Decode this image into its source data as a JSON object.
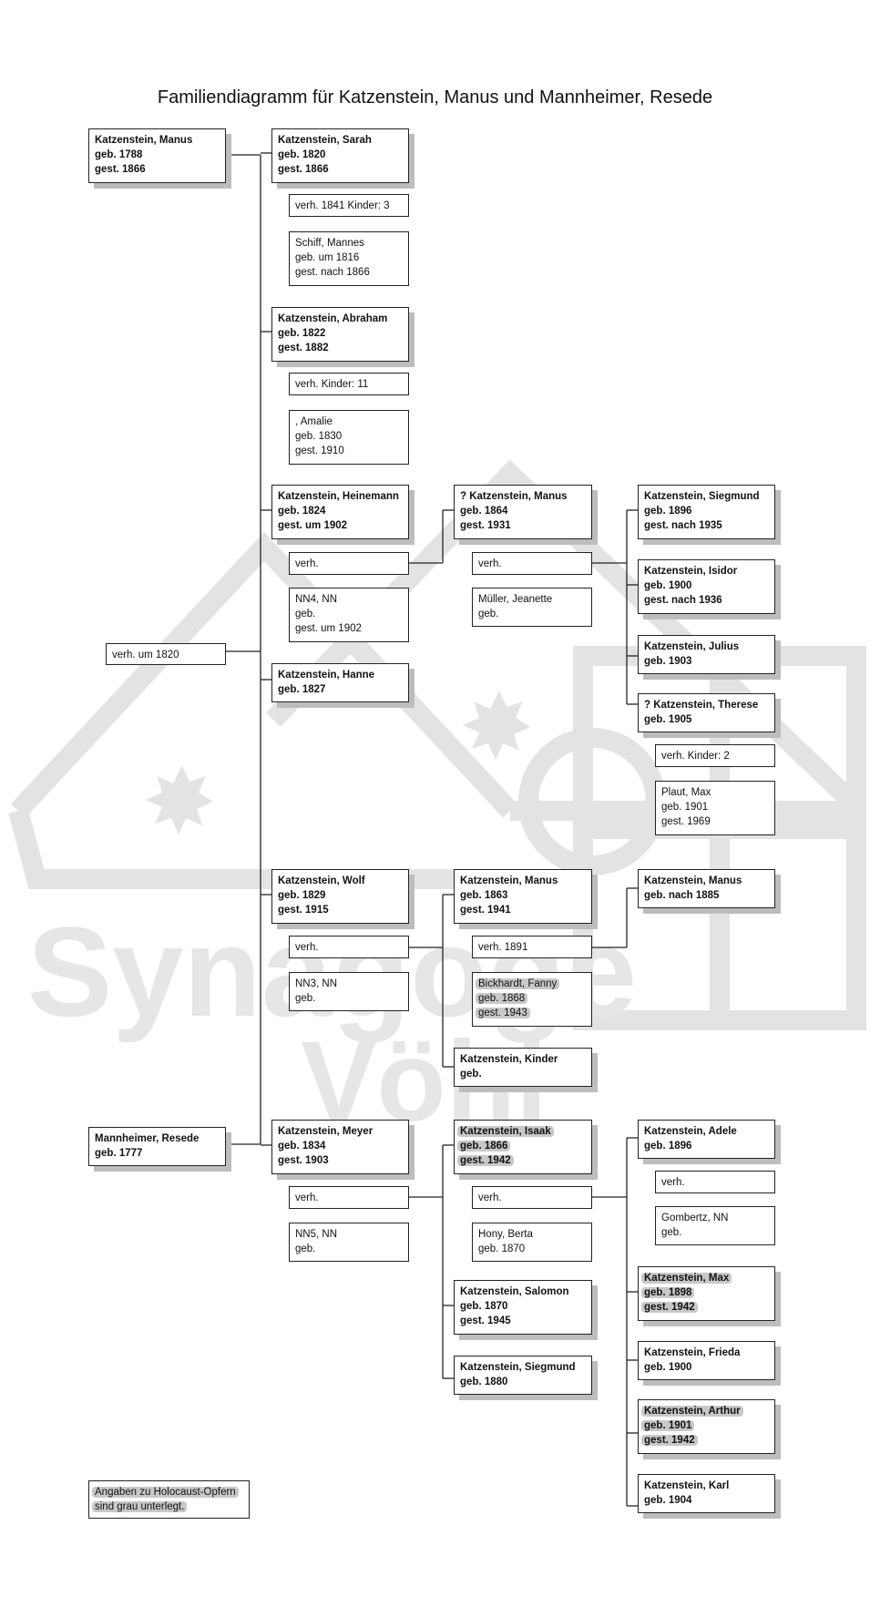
{
  "title": "Familiendiagramm für Katzenstein, Manus und Mannheimer, Resede",
  "watermark": {
    "line1": "Synagoge",
    "line2": "Vöhl"
  },
  "legend": {
    "lines": [
      "Angaben zu Holocaust-Opfern",
      "sind grau unterlegt."
    ]
  },
  "nodes": [
    {
      "id": "manus1788",
      "kind": "person",
      "lines": [
        "Katzenstein, Manus",
        "geb. 1788",
        "gest. 1866"
      ]
    },
    {
      "id": "marr1820",
      "kind": "marriage",
      "lines": [
        "verh. um 1820"
      ]
    },
    {
      "id": "resede",
      "kind": "person",
      "lines": [
        "Mannheimer, Resede",
        "geb. 1777"
      ]
    },
    {
      "id": "sarah",
      "kind": "person",
      "lines": [
        "Katzenstein, Sarah",
        "geb. 1820",
        "gest. 1866"
      ]
    },
    {
      "id": "marrSarah",
      "kind": "marriage",
      "lines": [
        "verh. 1841  Kinder: 3"
      ]
    },
    {
      "id": "schiff",
      "kind": "spouse",
      "lines": [
        "Schiff, Mannes",
        "geb. um 1816",
        "gest. nach 1866"
      ]
    },
    {
      "id": "abraham",
      "kind": "person",
      "lines": [
        "Katzenstein, Abraham",
        "geb. 1822",
        "gest. 1882"
      ]
    },
    {
      "id": "marrAbraham",
      "kind": "marriage",
      "lines": [
        "verh.   Kinder: 11"
      ]
    },
    {
      "id": "amalie",
      "kind": "spouse",
      "lines": [
        ", Amalie",
        "geb. 1830",
        "gest. 1910"
      ]
    },
    {
      "id": "heinemann",
      "kind": "person",
      "lines": [
        "Katzenstein, Heinemann",
        "geb. 1824",
        "gest. um 1902"
      ]
    },
    {
      "id": "marrHeinemann",
      "kind": "marriage",
      "lines": [
        "verh."
      ]
    },
    {
      "id": "nn4",
      "kind": "spouse",
      "lines": [
        "NN4, NN",
        "geb.",
        "gest. um 1902"
      ]
    },
    {
      "id": "hanne",
      "kind": "person",
      "lines": [
        "Katzenstein, Hanne",
        "geb. 1827"
      ]
    },
    {
      "id": "wolf",
      "kind": "person",
      "lines": [
        "Katzenstein, Wolf",
        "geb. 1829",
        "gest. 1915"
      ]
    },
    {
      "id": "marrWolf",
      "kind": "marriage",
      "lines": [
        "verh."
      ]
    },
    {
      "id": "nn3",
      "kind": "spouse",
      "lines": [
        "NN3, NN",
        "geb."
      ]
    },
    {
      "id": "meyer",
      "kind": "person",
      "lines": [
        "Katzenstein, Meyer",
        "geb. 1834",
        "gest. 1903"
      ]
    },
    {
      "id": "marrMeyer",
      "kind": "marriage",
      "lines": [
        "verh."
      ]
    },
    {
      "id": "nn5",
      "kind": "spouse",
      "lines": [
        "NN5, NN",
        "geb."
      ]
    },
    {
      "id": "manus1864",
      "kind": "person",
      "lines": [
        "? Katzenstein, Manus",
        "geb. 1864",
        "gest. 1931"
      ]
    },
    {
      "id": "marrManus1864",
      "kind": "marriage",
      "lines": [
        "verh."
      ]
    },
    {
      "id": "mueller",
      "kind": "spouse",
      "lines": [
        "Müller, Jeanette",
        "geb."
      ]
    },
    {
      "id": "siegmund1896",
      "kind": "person",
      "lines": [
        "Katzenstein, Siegmund",
        "geb. 1896",
        "gest. nach 1935"
      ]
    },
    {
      "id": "isidor",
      "kind": "person",
      "lines": [
        "Katzenstein, Isidor",
        "geb. 1900",
        "gest. nach 1936"
      ]
    },
    {
      "id": "julius",
      "kind": "person",
      "lines": [
        "Katzenstein, Julius",
        "geb. 1903"
      ]
    },
    {
      "id": "therese",
      "kind": "person",
      "lines": [
        "? Katzenstein, Therese",
        "geb. 1905"
      ]
    },
    {
      "id": "marrTherese",
      "kind": "marriage",
      "lines": [
        "verh.   Kinder: 2"
      ]
    },
    {
      "id": "plaut",
      "kind": "spouse",
      "lines": [
        "Plaut, Max",
        "geb. 1901",
        "gest. 1969"
      ]
    },
    {
      "id": "manus1863",
      "kind": "person",
      "lines": [
        "Katzenstein, Manus",
        "geb. 1863",
        "gest. 1941"
      ]
    },
    {
      "id": "marrManus1863",
      "kind": "marriage",
      "lines": [
        "verh. 1891"
      ]
    },
    {
      "id": "bickhardt",
      "kind": "spouse",
      "victim": true,
      "lines": [
        "Bickhardt, Fanny",
        "geb. 1868",
        "gest. 1943"
      ]
    },
    {
      "id": "kinder",
      "kind": "person",
      "lines": [
        "Katzenstein, Kinder",
        "geb."
      ]
    },
    {
      "id": "manus1885",
      "kind": "person",
      "lines": [
        "Katzenstein, Manus",
        "geb. nach 1885"
      ]
    },
    {
      "id": "isaak",
      "kind": "person",
      "victim": true,
      "lines": [
        "Katzenstein, Isaak",
        "geb. 1866",
        "gest. 1942"
      ]
    },
    {
      "id": "marrIsaak",
      "kind": "marriage",
      "lines": [
        "verh."
      ]
    },
    {
      "id": "hony",
      "kind": "spouse",
      "lines": [
        "Hony, Berta",
        "geb. 1870"
      ]
    },
    {
      "id": "salomon",
      "kind": "person",
      "lines": [
        "Katzenstein, Salomon",
        "geb. 1870",
        "gest. 1945"
      ]
    },
    {
      "id": "siegmund1880",
      "kind": "person",
      "lines": [
        "Katzenstein, Siegmund",
        "geb. 1880"
      ]
    },
    {
      "id": "adele",
      "kind": "person",
      "lines": [
        "Katzenstein, Adele",
        "geb. 1896"
      ]
    },
    {
      "id": "marrAdele",
      "kind": "marriage",
      "lines": [
        "verh."
      ]
    },
    {
      "id": "gombertz",
      "kind": "spouse",
      "lines": [
        "Gombertz, NN",
        "geb."
      ]
    },
    {
      "id": "max",
      "kind": "person",
      "victim": true,
      "lines": [
        "Katzenstein, Max",
        "geb. 1898",
        "gest. 1942"
      ]
    },
    {
      "id": "frieda",
      "kind": "person",
      "lines": [
        "Katzenstein, Frieda",
        "geb. 1900"
      ]
    },
    {
      "id": "arthur",
      "kind": "person",
      "victim": true,
      "lines": [
        "Katzenstein, Arthur",
        "geb. 1901",
        "gest. 1942"
      ]
    },
    {
      "id": "karl",
      "kind": "person",
      "lines": [
        "Katzenstein, Karl",
        "geb. 1904"
      ]
    }
  ]
}
